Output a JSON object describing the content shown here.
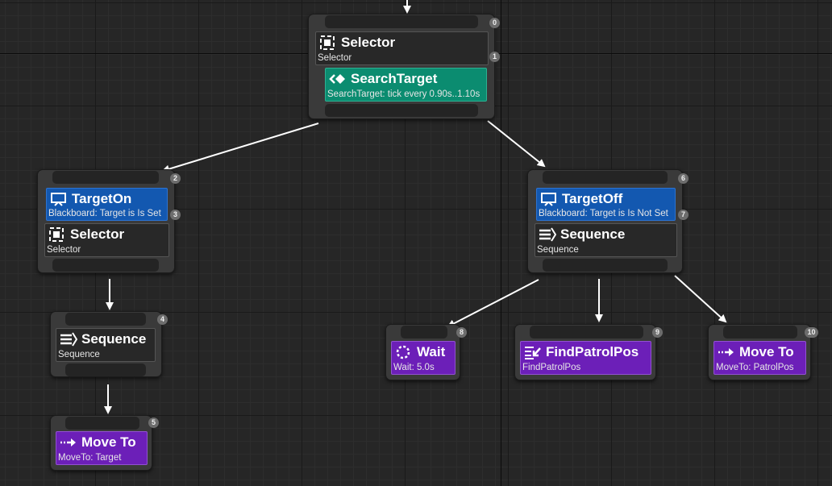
{
  "canvas": {
    "background": "#262626",
    "grid_color": "#1a1a1a"
  },
  "colors": {
    "composite": "#282828",
    "decorator": "#1358b0",
    "service": "#0b8c70",
    "task": "#6c1fb8",
    "wire": "#ffffff"
  },
  "nodes": {
    "root_selector": {
      "index": "0",
      "title": "Selector",
      "subtitle": "Selector",
      "icon": "selector-icon",
      "service": {
        "index": "1",
        "title": "SearchTarget",
        "subtitle": "SearchTarget: tick every 0.90s..1.10s",
        "icon": "service-icon"
      }
    },
    "left_selector": {
      "index": "2",
      "title": "Selector",
      "subtitle": "Selector",
      "icon": "selector-icon",
      "decorator": {
        "index": "3",
        "title": "TargetOn",
        "subtitle": "Blackboard: Target is Is Set",
        "icon": "blackboard-icon"
      }
    },
    "right_sequence": {
      "index": "6",
      "title": "Sequence",
      "subtitle": "Sequence",
      "icon": "sequence-icon",
      "decorator": {
        "index": "7",
        "title": "TargetOff",
        "subtitle": "Blackboard: Target is Is Not Set",
        "icon": "blackboard-icon"
      }
    },
    "left_sequence": {
      "index": "4",
      "title": "Sequence",
      "subtitle": "Sequence",
      "icon": "sequence-icon"
    },
    "moveto_target": {
      "index": "5",
      "title": "Move To",
      "subtitle": "MoveTo: Target",
      "icon": "move-to-icon"
    },
    "wait": {
      "index": "8",
      "title": "Wait",
      "subtitle": "Wait: 5.0s",
      "icon": "wait-icon"
    },
    "find_patrol": {
      "index": "9",
      "title": "FindPatrolPos",
      "subtitle": "FindPatrolPos",
      "icon": "find-patrol-icon"
    },
    "moveto_patrol": {
      "index": "10",
      "title": "Move To",
      "subtitle": "MoveTo: PatrolPos",
      "icon": "move-to-icon"
    }
  }
}
